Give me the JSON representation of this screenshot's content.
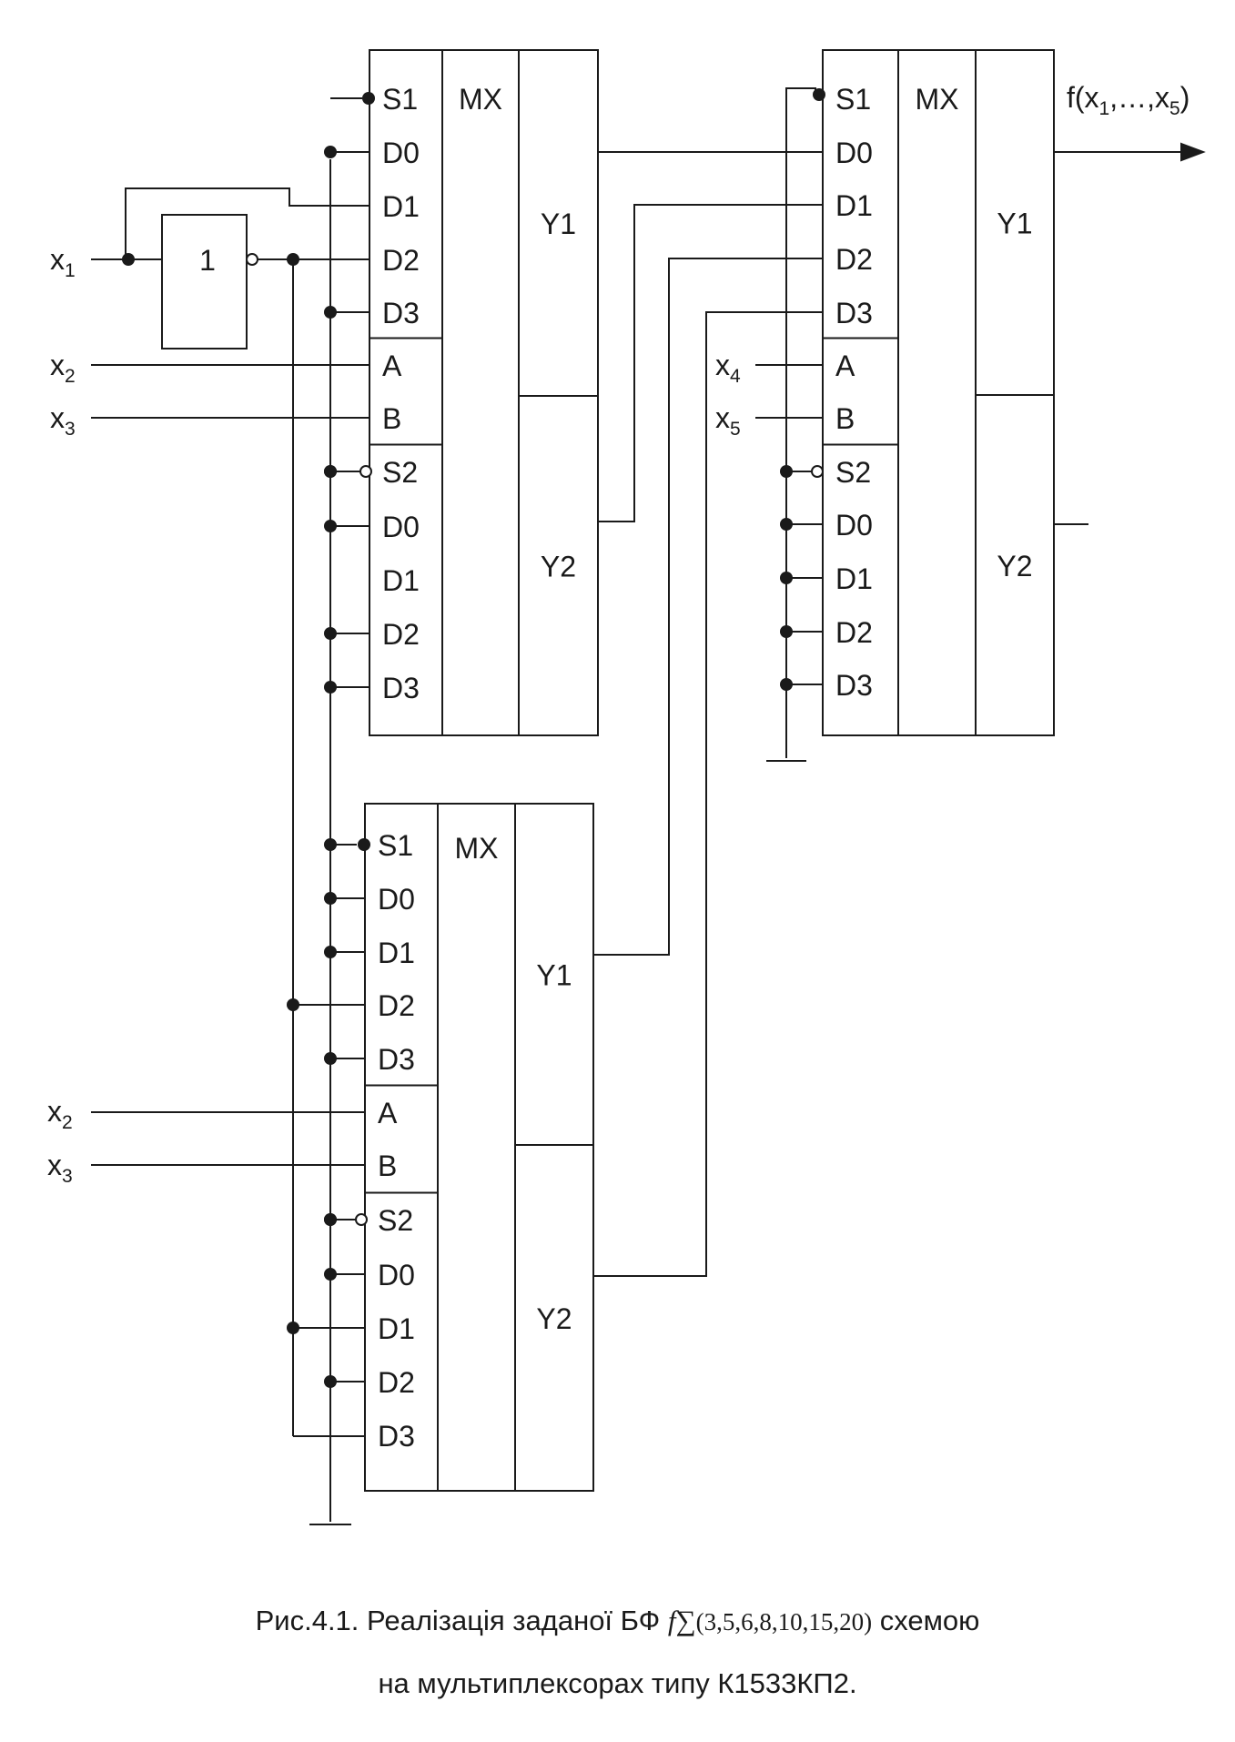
{
  "muxes": [
    {
      "title": "MX",
      "inputs_group1": [
        "S1",
        "D0",
        "D1",
        "D2",
        "D3"
      ],
      "address": [
        "A",
        "B"
      ],
      "inputs_group2": [
        "S2",
        "D0",
        "D1",
        "D2",
        "D3"
      ],
      "outputs": [
        "Y1",
        "Y2"
      ]
    },
    {
      "title": "MX",
      "inputs_group1": [
        "S1",
        "D0",
        "D1",
        "D2",
        "D3"
      ],
      "address": [
        "A",
        "B"
      ],
      "inputs_group2": [
        "S2",
        "D0",
        "D1",
        "D2",
        "D3"
      ],
      "outputs": [
        "Y1",
        "Y2"
      ]
    },
    {
      "title": "MX",
      "inputs_group1": [
        "S1",
        "D0",
        "D1",
        "D2",
        "D3"
      ],
      "address": [
        "A",
        "B"
      ],
      "inputs_group2": [
        "S2",
        "D0",
        "D1",
        "D2",
        "D3"
      ],
      "outputs": [
        "Y1",
        "Y2"
      ]
    }
  ],
  "inverter_label": "1",
  "signals": {
    "x1": {
      "base": "x",
      "sub": "1"
    },
    "x2": {
      "base": "x",
      "sub": "2"
    },
    "x3": {
      "base": "x",
      "sub": "3"
    },
    "x4": {
      "base": "x",
      "sub": "4"
    },
    "x5": {
      "base": "x",
      "sub": "5"
    }
  },
  "output_label": {
    "prefix": "f(x",
    "sub1": "1",
    "middle": ",…,x",
    "sub2": "5",
    "suffix": ")"
  },
  "caption": {
    "line1_before": "Рис.4.1. Реалізація заданої БФ ",
    "formula_f": "f",
    "formula_sum": "∑",
    "formula_args": "(3,5,6,8,10,15,20)",
    "line1_after": " схемою",
    "line2": "на мультиплексорах типу К1533КП2."
  },
  "colors": {
    "ink": "#1a1a1a",
    "background": "#ffffff"
  }
}
